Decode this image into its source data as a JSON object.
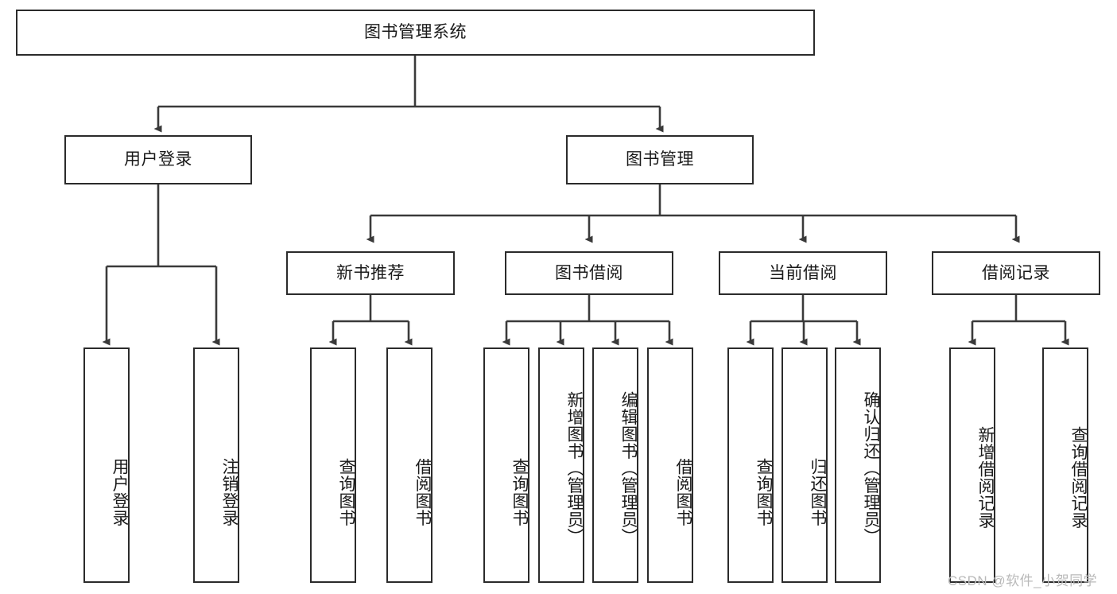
{
  "diagram": {
    "type": "tree",
    "title": "图书管理系统",
    "watermark": "CSDN @软件_小贺同学",
    "root": {
      "label": "图书管理系统"
    },
    "level2": [
      {
        "label": "用户登录"
      },
      {
        "label": "图书管理"
      }
    ],
    "level3": [
      {
        "label": "新书推荐"
      },
      {
        "label": "图书借阅"
      },
      {
        "label": "当前借阅"
      },
      {
        "label": "借阅记录"
      }
    ],
    "leaves": {
      "user_login": [
        {
          "label": "用户登录"
        },
        {
          "label": "注销登录"
        }
      ],
      "new_book_recommend": [
        {
          "label": "查询图书"
        },
        {
          "label": "借阅图书"
        }
      ],
      "book_borrow": [
        {
          "label": "查询图书"
        },
        {
          "label": "新增图书（管理员）"
        },
        {
          "label": "编辑图书（管理员）"
        },
        {
          "label": "借阅图书"
        }
      ],
      "current_borrow": [
        {
          "label": "查询图书"
        },
        {
          "label": "归还图书"
        },
        {
          "label": "确认归还（管理员）"
        }
      ],
      "borrow_record": [
        {
          "label": "新增借阅记录"
        },
        {
          "label": "查询借阅记录"
        }
      ]
    }
  },
  "colors": {
    "box_border": "#2b2b2b",
    "box_fill": "#ffffff",
    "connector": "#3a3a3a",
    "text": "#1a1a1a",
    "watermark": "#b9b9b9"
  }
}
